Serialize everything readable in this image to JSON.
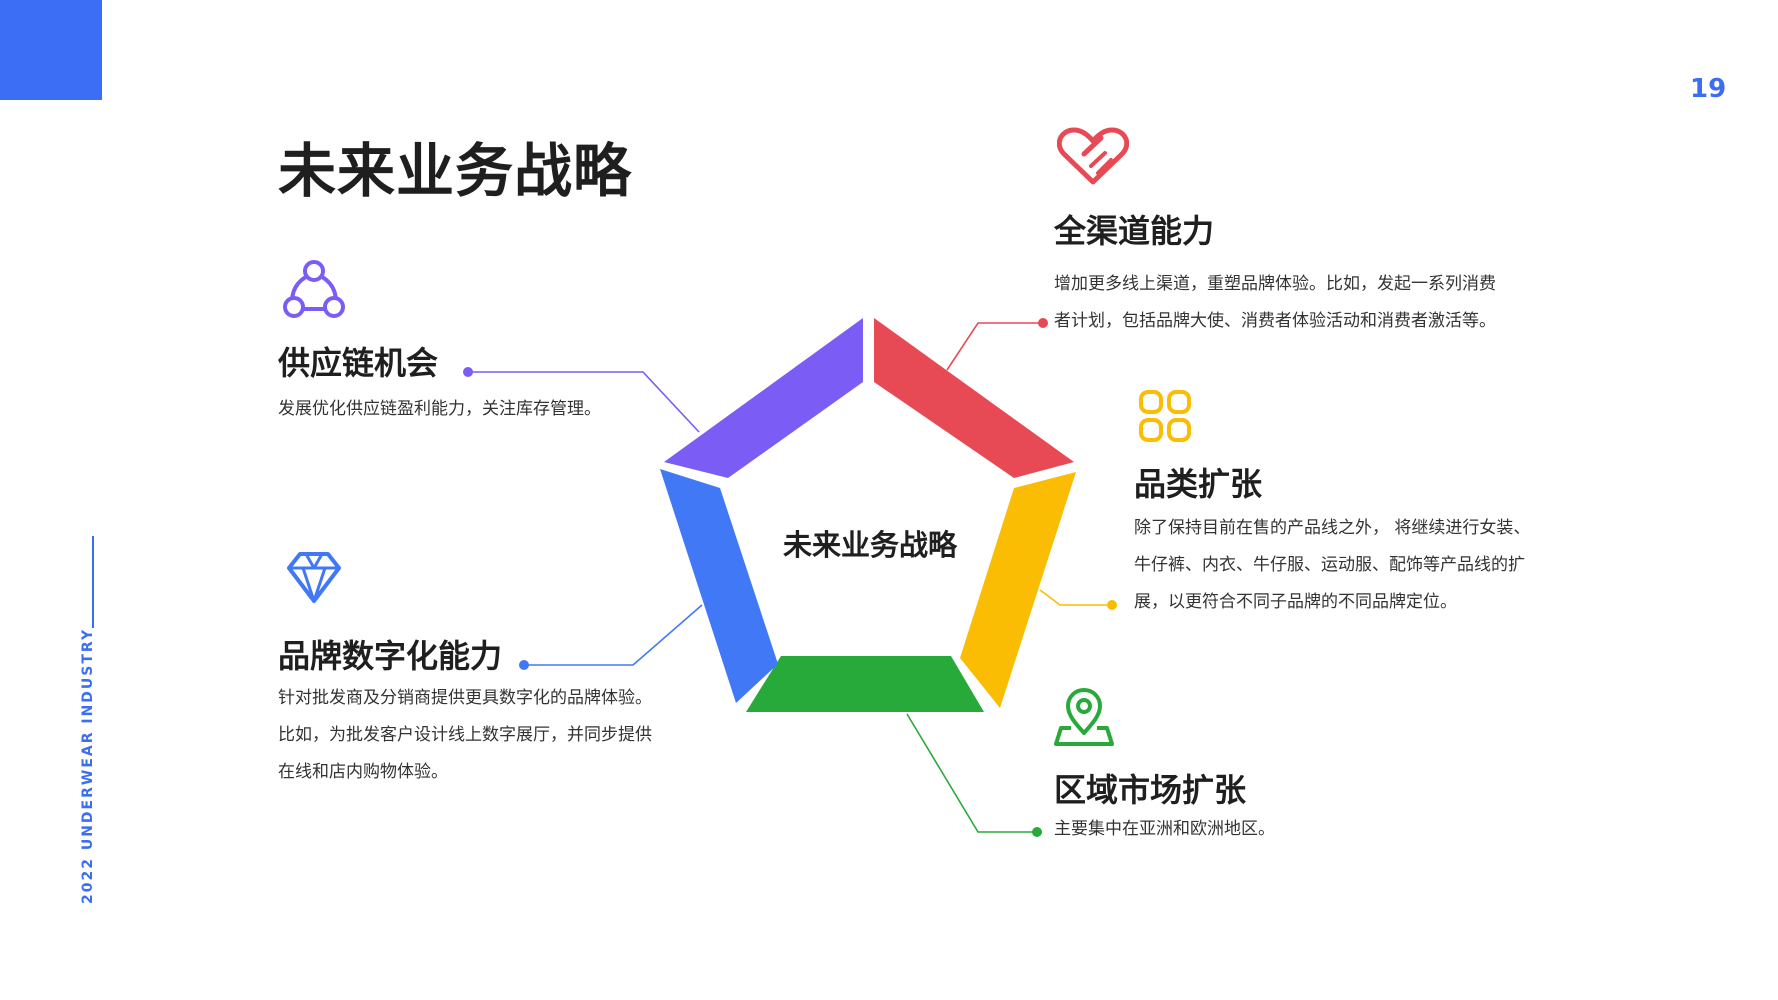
{
  "page": {
    "number": "19",
    "side_label": "2022 UNDERWEAR INDUSTRY",
    "title": "未来业务战略",
    "accent_color": "#3b6ef5"
  },
  "diagram": {
    "center_label": "未来业务战略",
    "items": [
      {
        "key": "omnichannel",
        "title": "全渠道能力",
        "description": "增加更多线上渠道，重塑品牌体验。比如，发起一系列消费\n者计划，包括品牌大使、消费者体验活动和消费者激活等。",
        "color": "#e84a55",
        "icon": "heart-handshake-icon"
      },
      {
        "key": "category",
        "title": "品类扩张",
        "description": "除了保持目前在售的产品线之外， 将继续进行女装、\n牛仔裤、内衣、牛仔服、运动服、配饰等产品线的扩\n展，以更符合不同子品牌的不同品牌定位。",
        "color": "#fbbc04",
        "icon": "grid-icon"
      },
      {
        "key": "regional",
        "title": "区域市场扩张",
        "description": "主要集中在亚洲和欧洲地区。",
        "color": "#27aa3a",
        "icon": "map-pin-icon"
      },
      {
        "key": "digital",
        "title": "品牌数字化能力",
        "description": "针对批发商及分销商提供更具数字化的品牌体验。\n比如，为批发客户设计线上数字展厅，并同步提供\n在线和店内购物体验。",
        "color": "#4078f5",
        "icon": "diamond-icon"
      },
      {
        "key": "supply",
        "title": "供应链机会",
        "description": "发展优化供应链盈利能力，关注库存管理。",
        "color": "#7b5cf5",
        "icon": "network-icon"
      }
    ]
  }
}
